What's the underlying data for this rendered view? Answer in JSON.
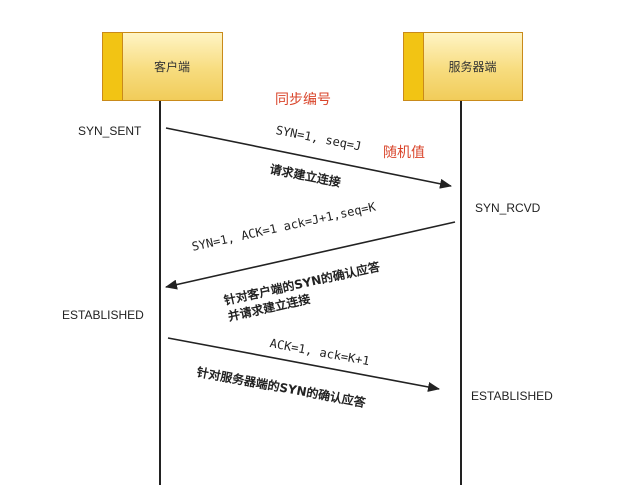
{
  "client": {
    "label": "客户端"
  },
  "server": {
    "label": "服务器端"
  },
  "seq_note": "同步编号",
  "random_note": "随机值",
  "states": {
    "client_syn_sent": "SYN_SENT",
    "server_syn_rcvd": "SYN_RCVD",
    "client_established": "ESTABLISHED",
    "server_established": "ESTABLISHED"
  },
  "messages": [
    {
      "params": "SYN=1, seq=J",
      "desc": "请求建立连接"
    },
    {
      "params": "SYN=1, ACK=1  ack=J+1,seq=K",
      "desc_line1": "针对客户端的SYN的确认应答",
      "desc_line2": "并请求建立连接"
    },
    {
      "params": "ACK=1, ack=K+1",
      "desc": "针对服务器端的SYN的确认应答"
    }
  ],
  "colors": {
    "accent": "#d9452b",
    "node_fill": "#f7dc7e",
    "node_strip": "#f2c414",
    "node_border": "#c98a1a"
  }
}
